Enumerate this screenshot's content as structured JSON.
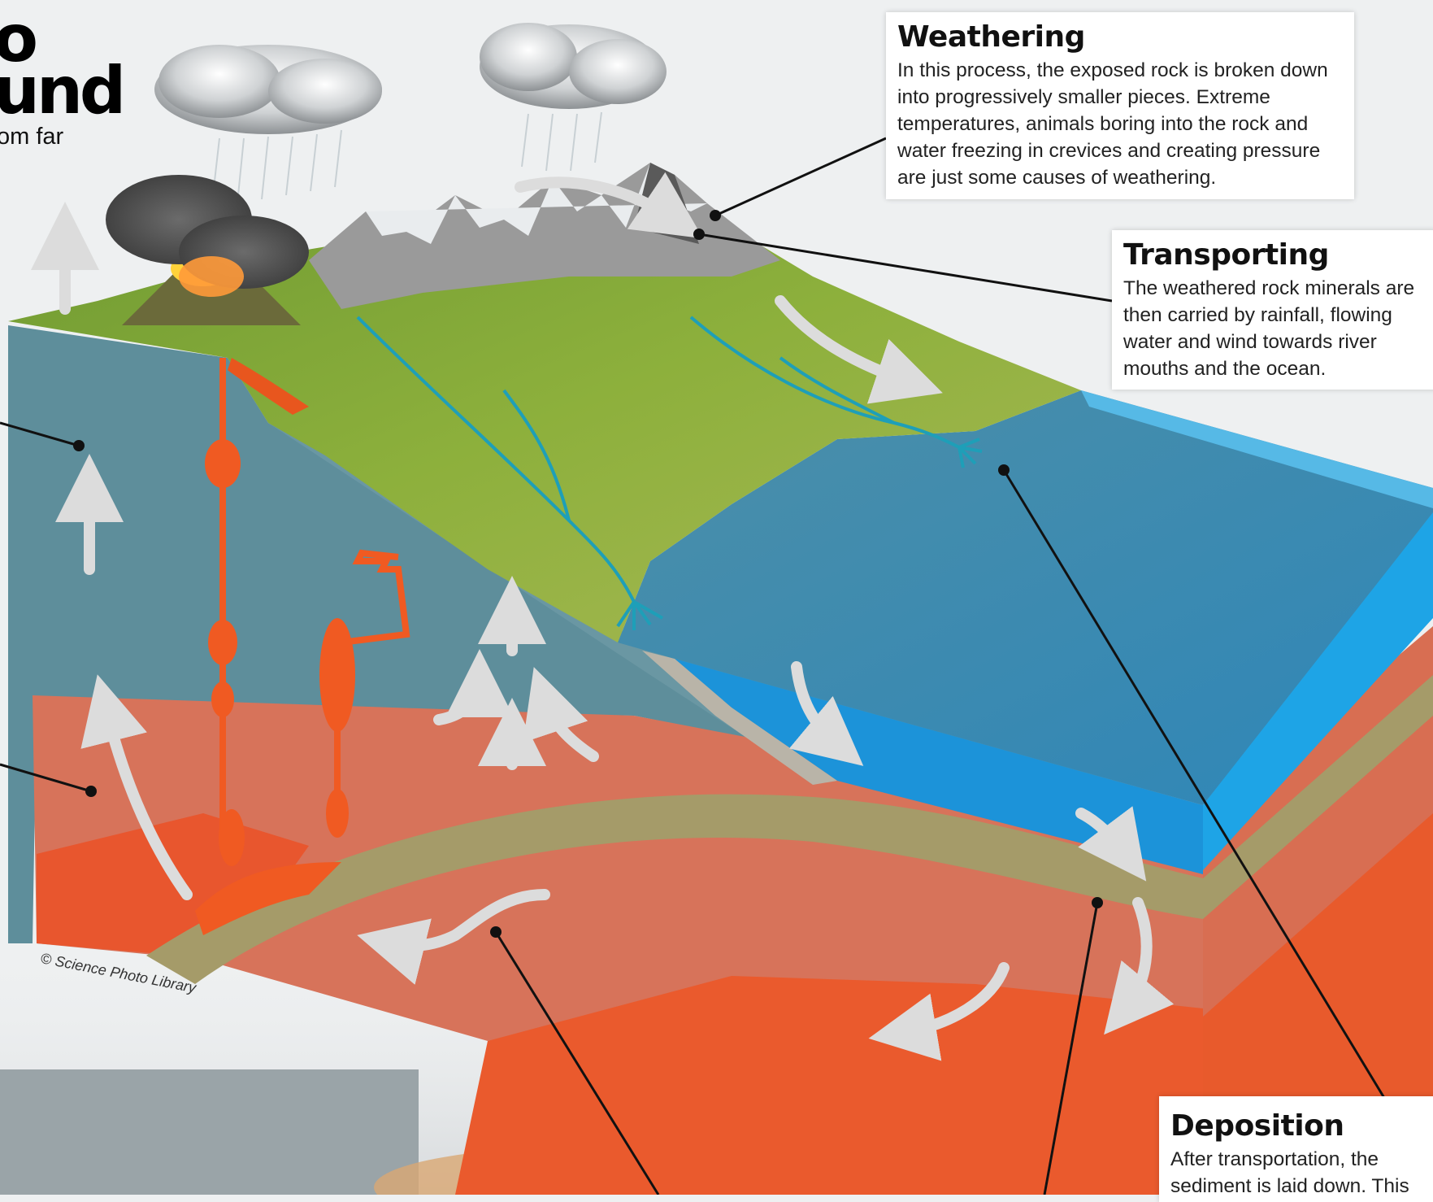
{
  "headline": {
    "line1": "o",
    "line2": "und",
    "subtitle": "om far"
  },
  "callouts": {
    "weathering": {
      "title": "Weathering",
      "body": "In this process, the exposed rock is broken down into progressively smaller pieces. Extreme temperatures, animals boring into the rock and water freezing in crevices and creating pressure are just some causes of weathering."
    },
    "transporting": {
      "title": "Transporting",
      "body": "The weathered rock minerals are then carried by rainfall, flowing water and wind towards river mouths and the ocean."
    },
    "deposition": {
      "title": "Deposition",
      "body": "After transportation, the sediment is laid down. This"
    }
  },
  "credit": "© Science Photo Library",
  "colors": {
    "sky": "#eef0f1",
    "upper_rock": "#5f8f9c",
    "lower_rock": "#d9735a",
    "deep_rock": "#e8552e",
    "sediment_band": "#a39a68",
    "land": "#7fa436",
    "ocean": "#2f8fc4",
    "ocean_edge": "#1a9ee0",
    "magma": "#f05a22",
    "arrow": "#d9d9d9",
    "leader_line": "#111111"
  },
  "icons": [
    "cloud-icon",
    "arrow-icon",
    "volcano-icon",
    "mountain-icon"
  ]
}
